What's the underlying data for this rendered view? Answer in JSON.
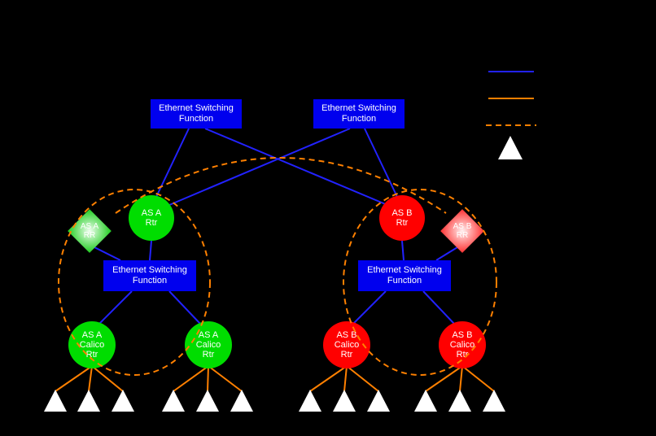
{
  "colors": {
    "bg": "#000000",
    "blue_link": "#2222ff",
    "orange_link": "#ff8000",
    "box_blue": "#0000ee",
    "green_node": "#00dd00",
    "red_node": "#ff0000",
    "host_white": "#ffffff"
  },
  "nodes": {
    "esf_top_left": {
      "label": "Ethernet Switching\nFunction"
    },
    "esf_top_right": {
      "label": "Ethernet Switching\nFunction"
    },
    "esf_mid_left": {
      "label": "Ethernet Switching\nFunction"
    },
    "esf_mid_right": {
      "label": "Ethernet Switching\nFunction"
    },
    "as_a_rtr": {
      "label": "AS A\nRtr"
    },
    "as_b_rtr": {
      "label": "AS B\nRtr"
    },
    "as_a_rr": {
      "label": "AS A\nRR"
    },
    "as_b_rr": {
      "label": "AS B\nRR"
    },
    "as_a_calico_1": {
      "label": "AS A\nCalico\nRtr"
    },
    "as_a_calico_2": {
      "label": "AS A\nCalico\nRtr"
    },
    "as_b_calico_1": {
      "label": "AS B\nCalico\nRtr"
    },
    "as_b_calico_2": {
      "label": "AS B\nCalico\nRtr"
    }
  },
  "legend": {
    "symbols": [
      "blue-solid-line",
      "orange-solid-line",
      "orange-dashed-line",
      "white-triangle"
    ]
  }
}
